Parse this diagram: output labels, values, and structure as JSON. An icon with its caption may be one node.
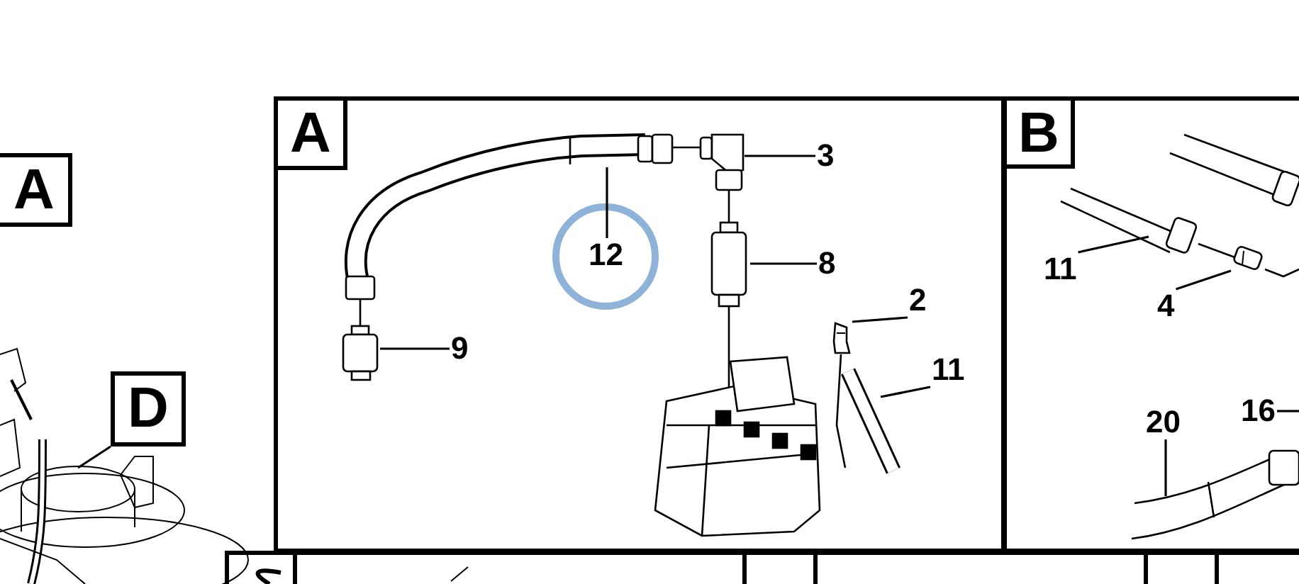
{
  "diagram": {
    "nodes": [
      {
        "text": [],
        "shape": "box"
      },
      {
        "text": [
          "A"
        ],
        "in": 0
      },
      {
        "text": [],
        "shape": "box"
      },
      {
        "text": [
          "B"
        ],
        "in": 2
      },
      {
        "text": [
          "A"
        ]
      },
      {
        "text": [
          "D"
        ]
      },
      {
        "text": [
          "12"
        ],
        "in": 0
      },
      {
        "text": [
          "3"
        ],
        "in": 0
      },
      {
        "text": [
          "8"
        ],
        "in": 0
      },
      {
        "text": [
          "9"
        ],
        "in": 0
      },
      {
        "text": [
          "2"
        ],
        "in": 0
      },
      {
        "text": [
          "11"
        ],
        "in": 0
      },
      {
        "text": [
          "11"
        ],
        "in": 2
      },
      {
        "text": [
          "4"
        ],
        "in": 2
      },
      {
        "text": [
          "20"
        ],
        "in": 2
      },
      {
        "text": [
          "16"
        ],
        "in": 2
      },
      {
        "text": [],
        "shape": "picture",
        "in": 0
      },
      {
        "text": [],
        "shape": "picture",
        "in": 2
      }
    ],
    "edges": [
      {
        "from": 5,
        "to": null,
        "arrow": "none"
      },
      {
        "from": 6,
        "to": null,
        "arrow": "none"
      },
      {
        "from": 7,
        "to": null,
        "arrow": "none"
      },
      {
        "from": 8,
        "to": null,
        "arrow": "none"
      },
      {
        "from": 9,
        "to": null,
        "arrow": "none"
      },
      {
        "from": 10,
        "to": 16,
        "arrow": "none"
      },
      {
        "from": 11,
        "to": null,
        "arrow": "none"
      },
      {
        "from": 12,
        "to": null,
        "arrow": "none"
      },
      {
        "from": 13,
        "to": 17,
        "arrow": "none"
      },
      {
        "from": 14,
        "to": null,
        "arrow": "none"
      },
      {
        "from": 15,
        "to": null,
        "arrow": "none"
      }
    ]
  }
}
